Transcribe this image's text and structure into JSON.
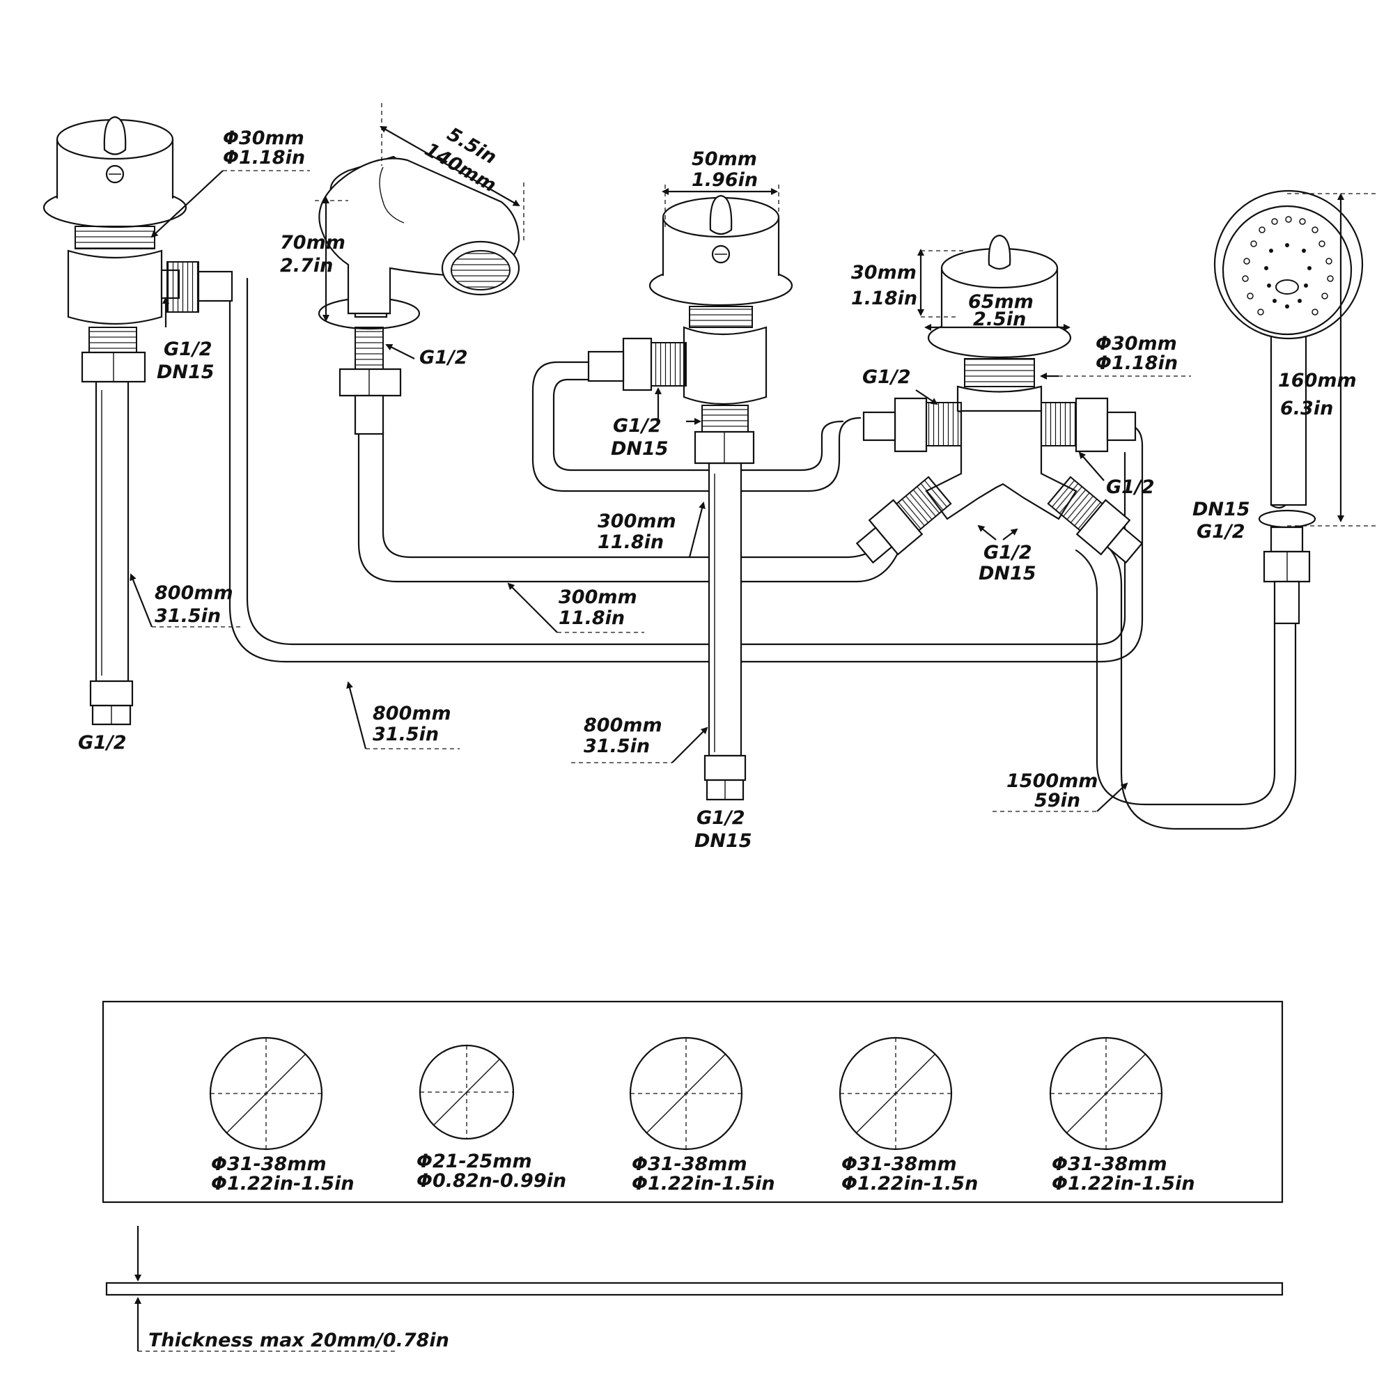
{
  "labels": {
    "valve_left_dia_mm": "Φ30mm",
    "valve_left_dia_in": "Φ1.18in",
    "valve_left_conn1": "G1/2",
    "valve_left_conn2": "DN15",
    "valve_left_hose_end": "G1/2",
    "hose_left_mm": "800mm",
    "hose_left_in": "31.5in",
    "spout_len_in": "5.5in",
    "spout_len_mm": "140mm",
    "spout_h_mm": "70mm",
    "spout_h_in": "2.7in",
    "spout_conn": "G1/2",
    "mid_valve_w_mm": "50mm",
    "mid_valve_w_in": "1.96in",
    "mid_valve_conn1": "G1/2",
    "mid_valve_conn2": "DN15",
    "hose_a_mm": "300mm",
    "hose_a_in": "11.8in",
    "hose_b_mm": "300mm",
    "hose_b_in": "11.8in",
    "hose_c_mm": "800mm",
    "hose_c_in": "31.5in",
    "hose_d_mm": "800mm",
    "hose_d_in": "31.5in",
    "mid_hose_end1": "G1/2",
    "mid_hose_end2": "DN15",
    "div_h_mm": "30mm",
    "div_h_in": "1.18in",
    "div_w_mm": "65mm",
    "div_w_in": "2.5in",
    "div_dia_mm": "Φ30mm",
    "div_dia_in": "Φ1.18in",
    "div_g_left": "G1/2",
    "div_g_right": "G1/2",
    "div_g_bottom1": "G1/2",
    "div_g_bottom2": "DN15",
    "hose_e_mm": "1500mm",
    "hose_e_in": "59in",
    "shower_h_mm": "160mm",
    "shower_h_in": "6.3in",
    "shower_conn1": "DN15",
    "shower_conn2": "G1/2"
  },
  "holes": [
    {
      "mm": "Φ31-38mm",
      "in": "Φ1.22in-1.5in"
    },
    {
      "mm": "Φ21-25mm",
      "in": "Φ0.82n-0.99in"
    },
    {
      "mm": "Φ31-38mm",
      "in": "Φ1.22in-1.5in"
    },
    {
      "mm": "Φ31-38mm",
      "in": "Φ1.22in-1.5n"
    },
    {
      "mm": "Φ31-38mm",
      "in": "Φ1.22in-1.5in"
    }
  ],
  "thickness": "Thickness max 20mm/0.78in"
}
